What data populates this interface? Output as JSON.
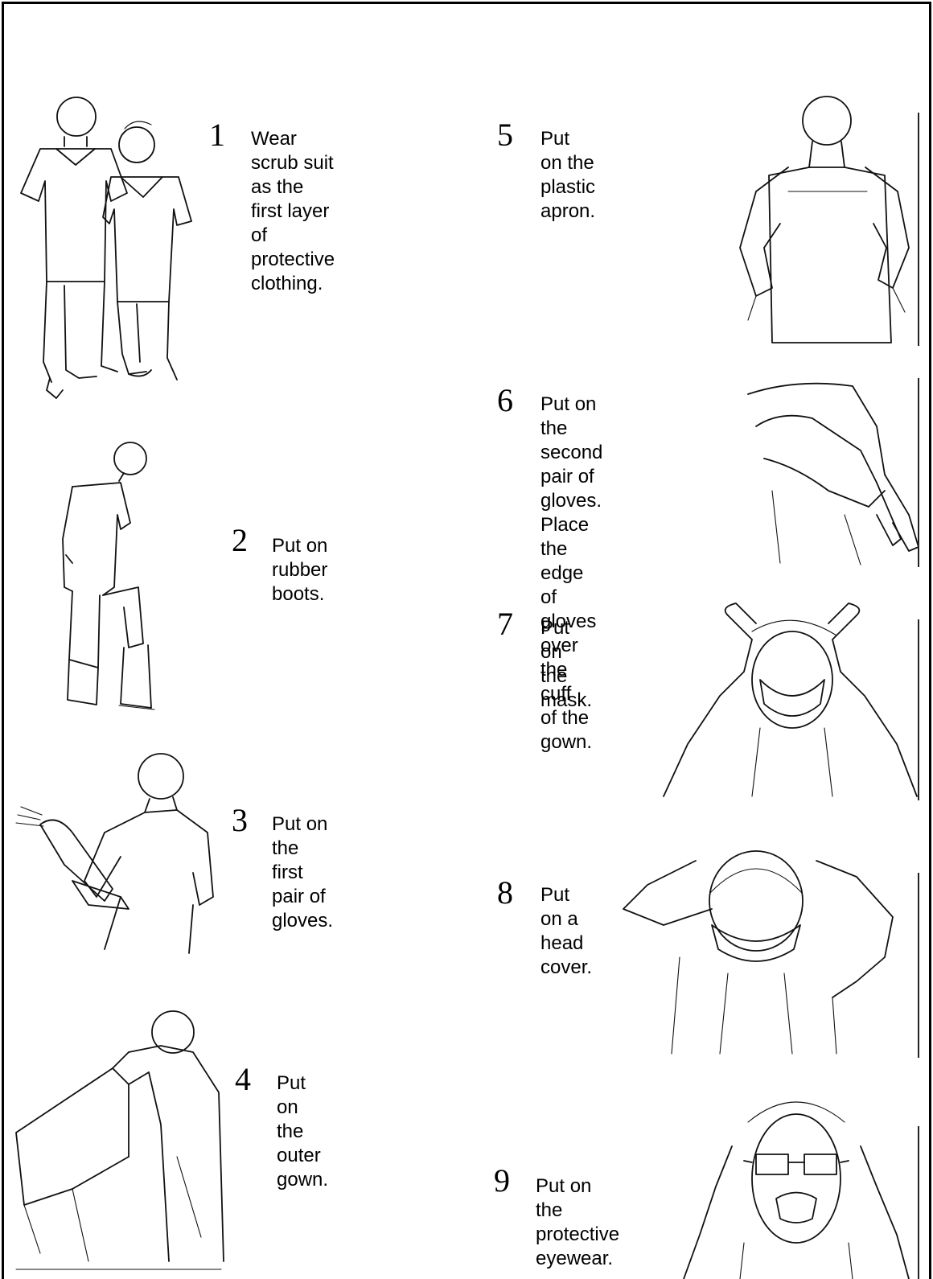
{
  "steps": [
    {
      "number": "1",
      "text": "Wear scrub suit\nas the first layer\nof protective\nclothing.",
      "illustration": "scrub-suit-figures"
    },
    {
      "number": "2",
      "text": "Put on rubber\nboots.",
      "illustration": "rubber-boots-figure"
    },
    {
      "number": "3",
      "text": "Put on the\nfirst pair of\ngloves.",
      "illustration": "first-gloves-figure"
    },
    {
      "number": "4",
      "text": "Put on the\nouter gown.",
      "illustration": "outer-gown-figure"
    },
    {
      "number": "5",
      "text": "Put on the plastic\napron.",
      "illustration": "plastic-apron-figure"
    },
    {
      "number": "6",
      "text": "Put on the second\npair of gloves.\nPlace the edge of\ngloves over the cuff\nof the gown.",
      "illustration": "second-gloves-figure"
    },
    {
      "number": "7",
      "text": "Put on the\nmask.",
      "illustration": "mask-figure"
    },
    {
      "number": "8",
      "text": "Put on a\nhead\ncover.",
      "illustration": "head-cover-figure"
    },
    {
      "number": "9",
      "text": "Put on the\nprotective\neyewear.",
      "illustration": "eyewear-figure"
    }
  ]
}
